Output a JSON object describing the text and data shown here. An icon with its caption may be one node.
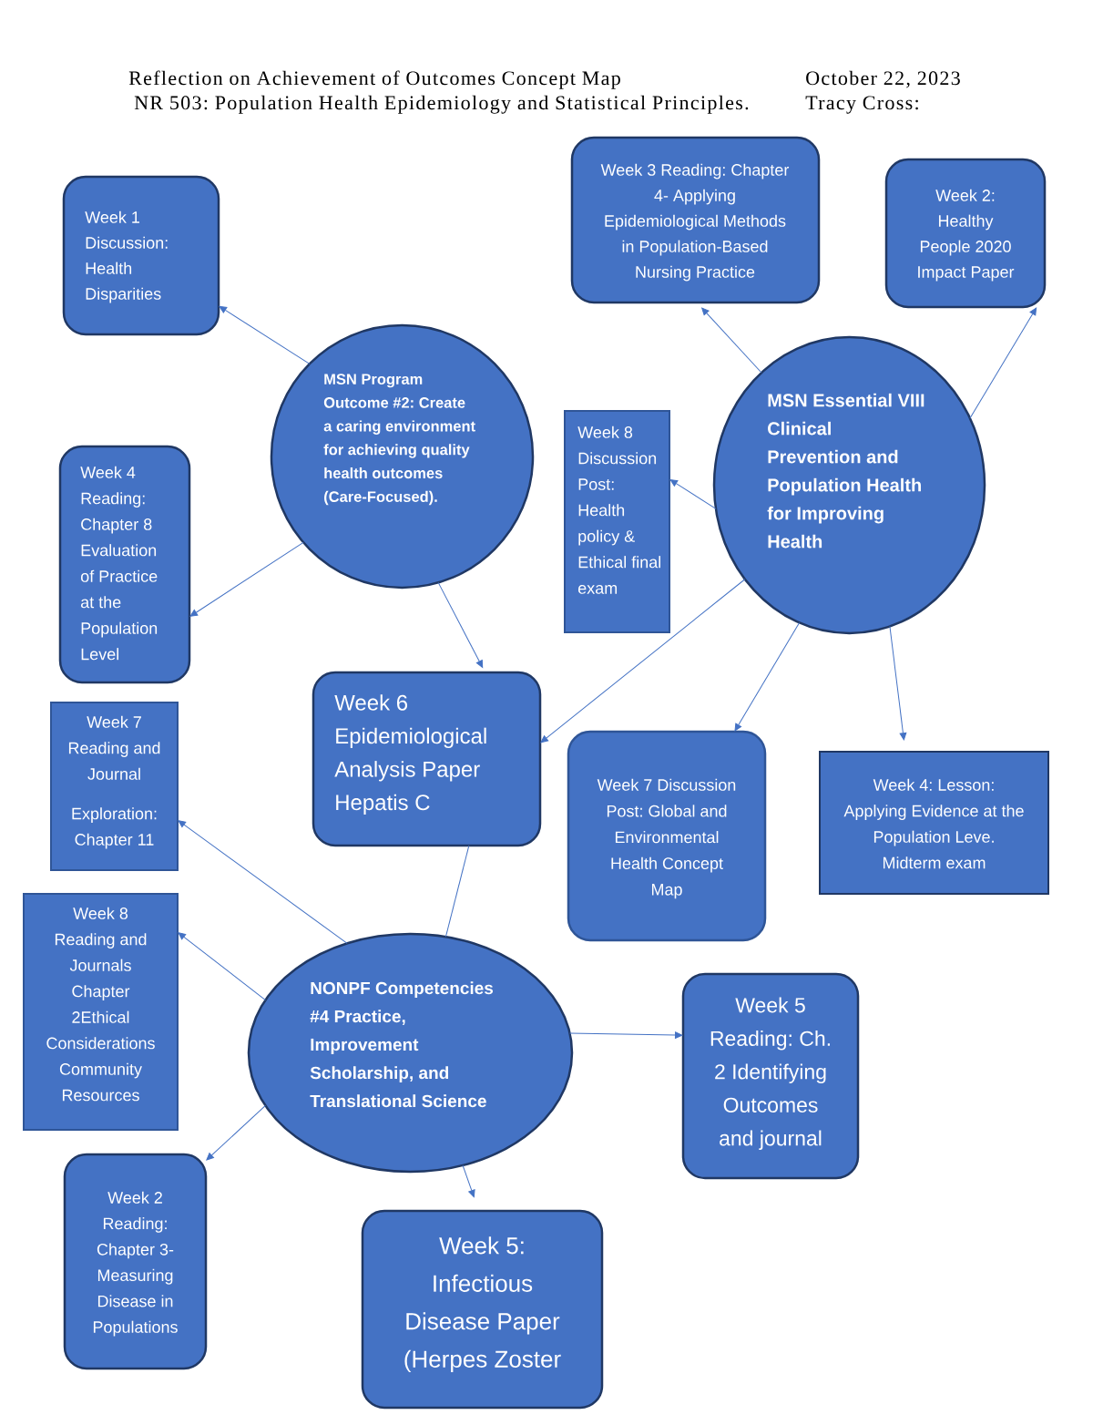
{
  "diagram": {
    "title": "Reflection on Achievement of Outcomes Concept Map",
    "nodes": [
      {
        "text": [
          "Week 1 Discussion: Health Disparities"
        ]
      },
      {
        "text": [
          "Week 3 Reading: Chapter 4- Applying Epidemiological Methods in Population-Based Nursing Practice"
        ]
      },
      {
        "text": [
          "Week 2: Healthy People 2020 Impact Paper"
        ]
      },
      {
        "text": [
          "MSN Program Outcome #2: Create a caring environment for achieving quality health outcomes (Care-Focused)."
        ]
      },
      {
        "text": [
          "Week 8 Discussion Post: Health policy & Ethical final exam"
        ]
      },
      {
        "text": [
          "MSN Essential VIII Clinical Prevention and Population Health for Improving Health"
        ]
      },
      {
        "text": [
          "Week 4 Reading: Chapter 8 Evaluation of Practice at the Population Level"
        ]
      },
      {
        "text": [
          "Week 6 Epidemiological Analysis Paper Hepatis C"
        ]
      },
      {
        "text": [
          "Week 7 Reading and Journal",
          "Exploration: Chapter 11"
        ]
      },
      {
        "text": [
          "Week 7 Discussion Post: Global and Environmental Health Concept Map"
        ]
      },
      {
        "text": [
          "Week 4: Lesson: Applying Evidence at the Population Leve. Midterm exam"
        ]
      },
      {
        "text": [
          "Week 8 Reading and Journals Chapter 2Ethical Considerations Community Resources"
        ]
      },
      {
        "text": [
          "NONPF Competencies #4 Practice, Improvement Scholarship, and Translational Science"
        ]
      },
      {
        "text": [
          "Week 5 Reading: Ch. 2 Identifying Outcomes and journal"
        ]
      },
      {
        "text": [
          "Week 2 Reading: Chapter 3- Measuring Disease in Populations"
        ]
      },
      {
        "text": [
          "Week 5: Infectious Disease Paper (Herpes Zoster"
        ]
      }
    ],
    "edges": [
      {
        "from": 3,
        "to": 0,
        "arrow": "to"
      },
      {
        "from": 3,
        "to": 6,
        "arrow": "to"
      },
      {
        "from": 3,
        "to": 7,
        "arrow": "to"
      },
      {
        "from": 5,
        "to": 1,
        "arrow": "to"
      },
      {
        "from": 5,
        "to": 2,
        "arrow": "to"
      },
      {
        "from": 5,
        "to": 4,
        "arrow": "to"
      },
      {
        "from": 5,
        "to": 7,
        "arrow": "to"
      },
      {
        "from": 5,
        "to": 9,
        "arrow": "to"
      },
      {
        "from": 5,
        "to": 10,
        "arrow": "to"
      },
      {
        "from": 12,
        "to": 7,
        "arrow": "none"
      },
      {
        "from": 12,
        "to": 8,
        "arrow": "to"
      },
      {
        "from": 12,
        "to": 11,
        "arrow": "to"
      },
      {
        "from": 12,
        "to": 13,
        "arrow": "to"
      },
      {
        "from": 12,
        "to": 14,
        "arrow": "to"
      },
      {
        "from": 12,
        "to": 15,
        "arrow": "to"
      }
    ],
    "labels": [
      "October 22, 2023",
      "NR 503: Population Health Epidemiology and Statistical Principles.",
      "Tracy Cross:"
    ]
  }
}
